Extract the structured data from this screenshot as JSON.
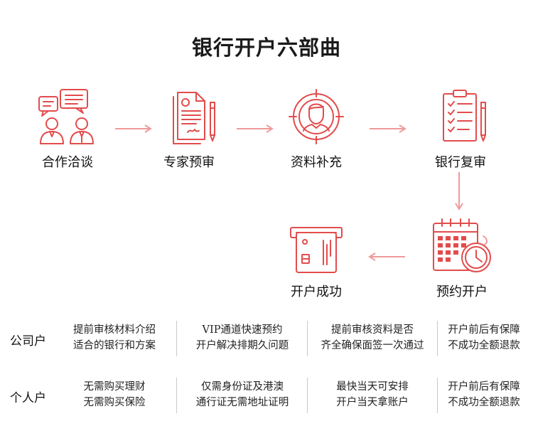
{
  "title": "银行开户六部曲",
  "colors": {
    "accent": "#e24c4c",
    "arrow": "#ef9a9a"
  },
  "steps": [
    {
      "label": "合作洽谈",
      "icon": "two-people-chat-icon"
    },
    {
      "label": "专家预审",
      "icon": "document-pen-icon"
    },
    {
      "label": "资料补充",
      "icon": "person-target-icon"
    },
    {
      "label": "银行复审",
      "icon": "checklist-pen-icon"
    },
    {
      "label": "预约开户",
      "icon": "calendar-clock-icon"
    },
    {
      "label": "开户成功",
      "icon": "bank-card-icon"
    }
  ],
  "table": {
    "rows": [
      {
        "name": "公司户",
        "cells": [
          [
            "提前审核材料介绍",
            "适合的银行和方案"
          ],
          [
            "VIP通道快速预约",
            "开户解决排期久问题"
          ],
          [
            "提前审核资料是否",
            "齐全确保面签一次通过"
          ],
          [
            "开户前后有保障",
            "不成功全额退款"
          ]
        ]
      },
      {
        "name": "个人户",
        "cells": [
          [
            "无需购买理财",
            "无需购买保险"
          ],
          [
            "仅需身份证及港澳",
            "通行证无需地址证明"
          ],
          [
            "最快当天可安排",
            "开户当天拿账户"
          ],
          [
            "开户前后有保障",
            "不成功全额退款"
          ]
        ]
      }
    ]
  }
}
